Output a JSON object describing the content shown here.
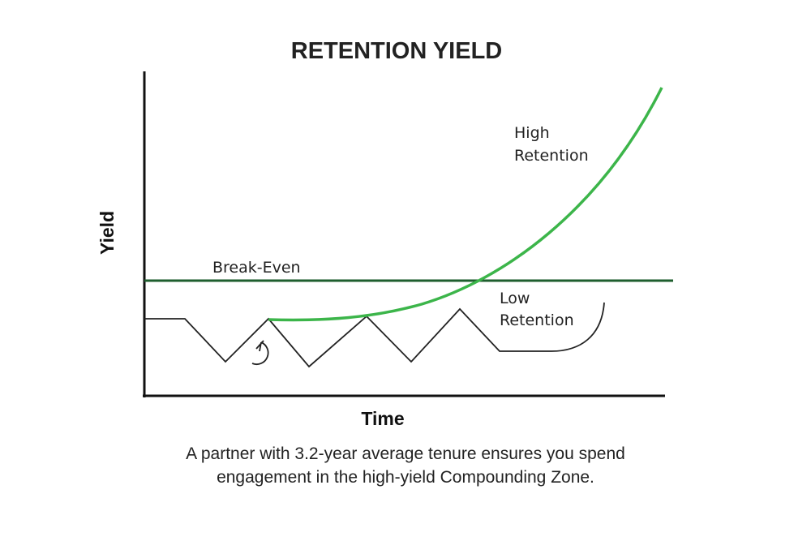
{
  "title": "RETENTION YIELD",
  "y_axis_label": "Yield",
  "x_axis_label": "Time",
  "annotations": {
    "high_retention": [
      "High",
      "Retention"
    ],
    "break_even": "Break-Even",
    "low_retention": [
      "Low",
      "Retention"
    ]
  },
  "caption": [
    "A partner with 3.2-year average tenure ensures you spend",
    "engagement in the high-yield Compounding Zone."
  ],
  "colors": {
    "high_curve": "#3cb54a",
    "break_even_line": "#1e5e2e",
    "low_line": "#222222"
  }
}
